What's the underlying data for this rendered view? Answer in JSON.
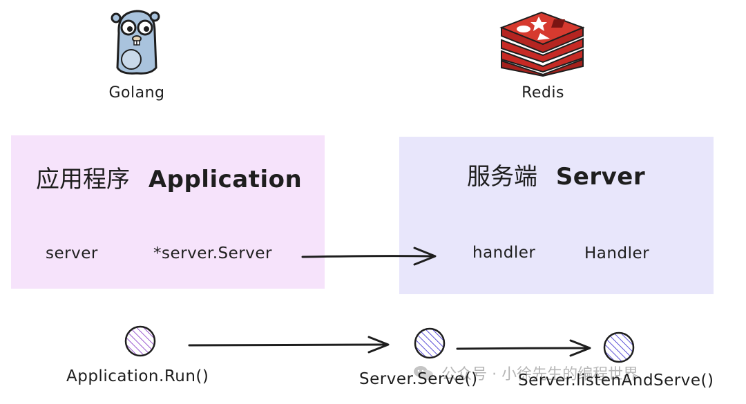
{
  "logos": {
    "golang": {
      "label": "Golang"
    },
    "redis": {
      "label": "Redis"
    }
  },
  "application_box": {
    "title_cn": "应用程序",
    "title_en": "Application",
    "field_name": "server",
    "field_type": "*server.Server",
    "color": "#f6e3fb"
  },
  "server_box": {
    "title_cn": "服务端",
    "title_en": "Server",
    "field_name": "handler",
    "field_type": "Handler",
    "color": "#e8e6fb"
  },
  "flow": {
    "steps": [
      {
        "label": "Application.Run()",
        "circle_color": "#9b59d0"
      },
      {
        "label": "Server.Serve()",
        "circle_color": "#5b4fd6"
      },
      {
        "label": "Server.listenAndServe()",
        "circle_color": "#5b4fd6"
      }
    ]
  },
  "watermark": {
    "text": "公众号 · 小徐先生的编程世界"
  }
}
